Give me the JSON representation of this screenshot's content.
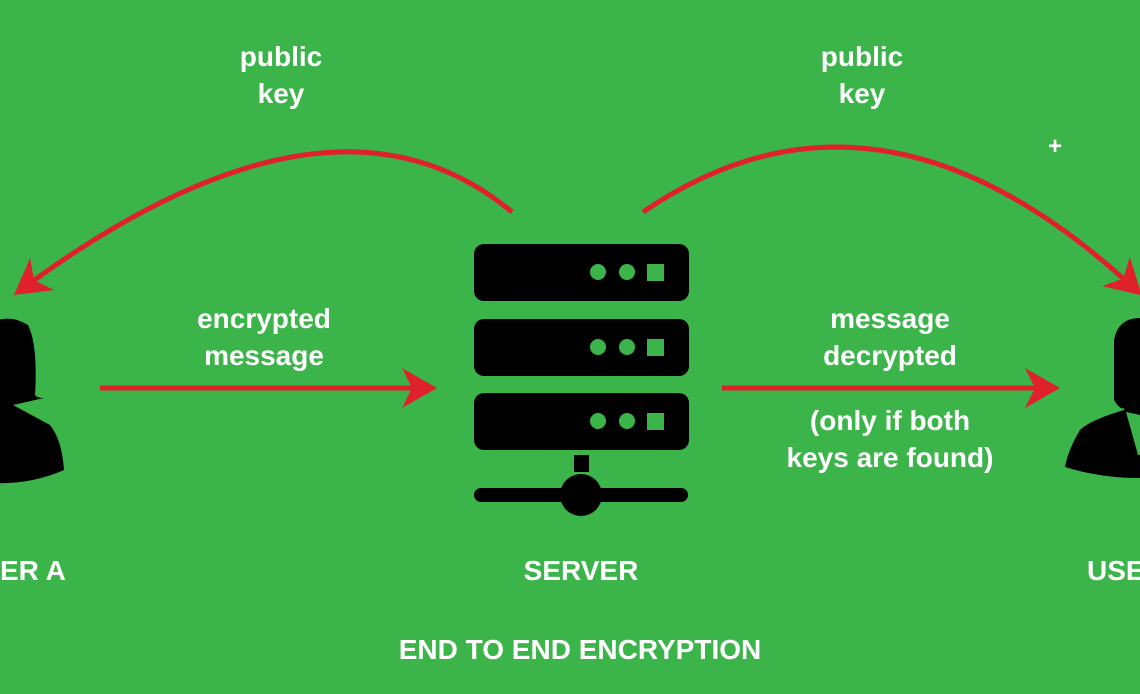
{
  "colors": {
    "background": "#3bb44a",
    "arrow": "#e0202a",
    "icon": "#000000",
    "text": "#ffffff"
  },
  "labels": {
    "public_key_left": [
      "public",
      "key"
    ],
    "public_key_right": [
      "public",
      "key"
    ],
    "encrypted_message": [
      "encrypted",
      "message"
    ],
    "message_decrypted": [
      "message",
      "decrypted"
    ],
    "condition": [
      "(only if both",
      "keys are found)"
    ],
    "plus": "+"
  },
  "nodes": {
    "user_a": {
      "label": "ER A",
      "icon": "female-user-icon"
    },
    "server": {
      "label": "SERVER",
      "icon": "server-icon"
    },
    "user_b": {
      "label": "USE",
      "icon": "male-user-icon"
    }
  },
  "title": "END TO END ENCRYPTION"
}
